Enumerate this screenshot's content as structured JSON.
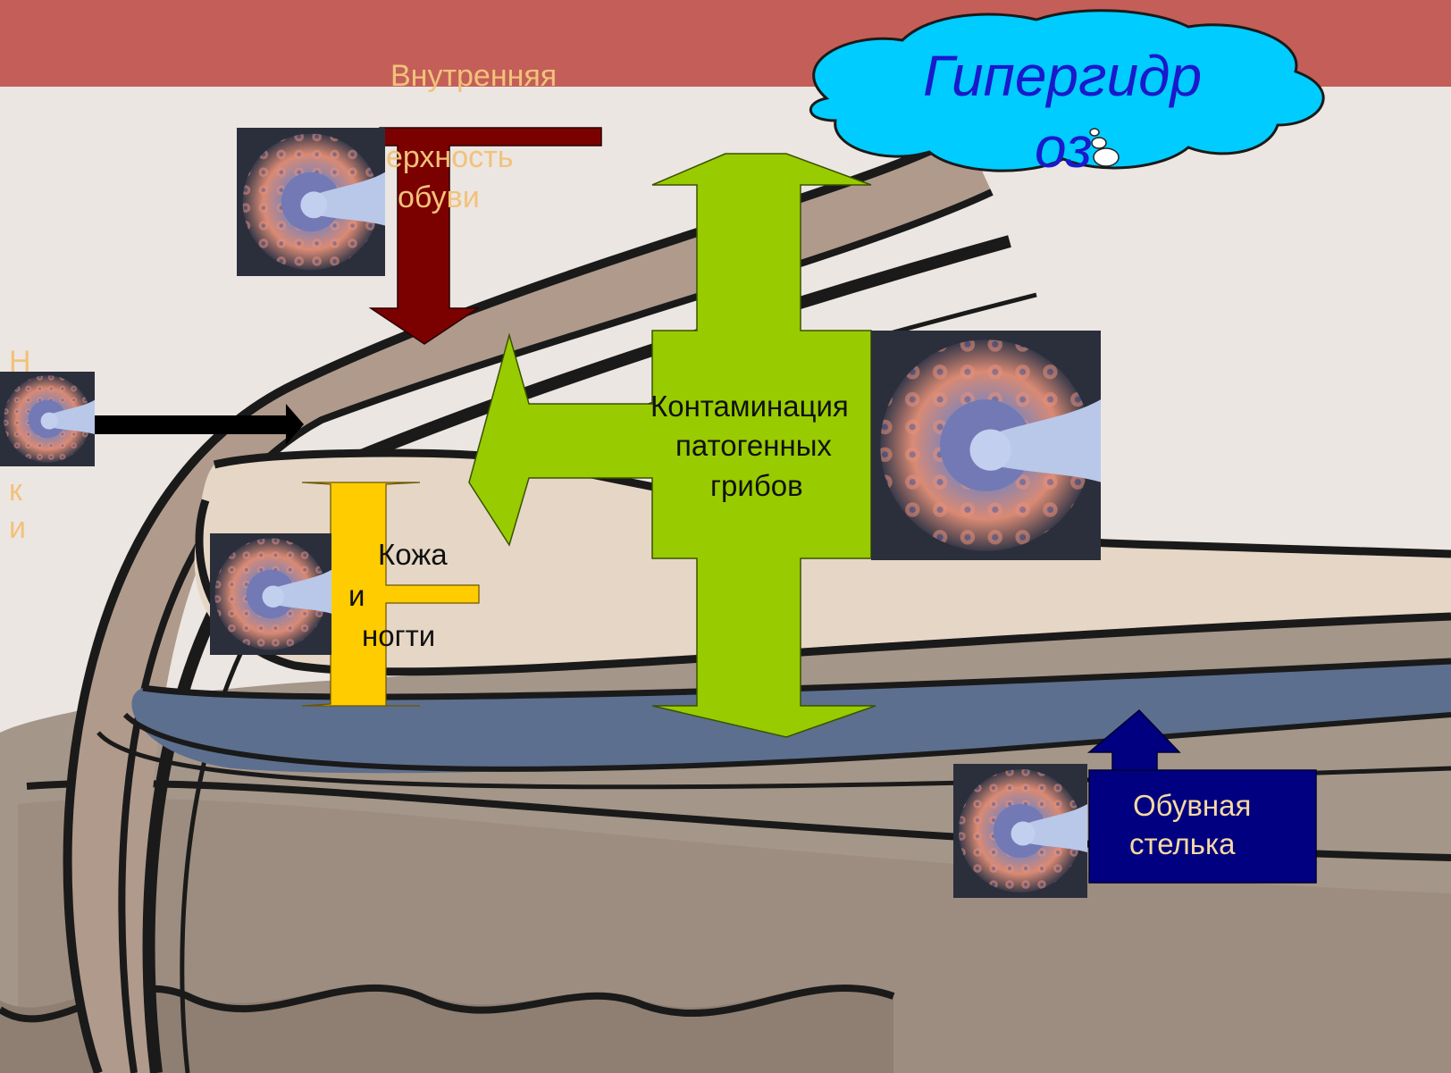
{
  "title": {
    "line1": "Гипергидр",
    "line2": "оз"
  },
  "labels": {
    "inner_surface": {
      "line1": "Внутренняя",
      "line2": "ерхность",
      "line3": "обуви"
    },
    "contamination": {
      "line1": "Контаминация",
      "line2": "патогенных",
      "line3": "грибов"
    },
    "skin_nails": {
      "line1": "Кожа",
      "line2": "и",
      "line3": "ногти"
    },
    "insole": {
      "line1": "Обувная",
      "line2": "стелька"
    },
    "socks_fragment": {
      "c1": "Н",
      "c2": "к",
      "c3": "и"
    }
  },
  "icons": [
    "fungus-spore-icon",
    "cloud-icon"
  ],
  "colors": {
    "header_bar": "#c45e58",
    "cloud": "#00ccff",
    "title_text": "#1a1acc",
    "maroon_arrow": "#7b0000",
    "green_arrow": "#99cc00",
    "yellow_arrow": "#ffcc00",
    "navy_arrow": "#000080",
    "black_arrow": "#000000"
  }
}
